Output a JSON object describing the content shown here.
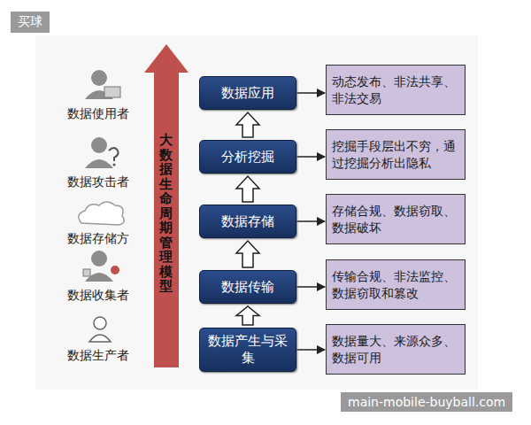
{
  "diagram": {
    "nodes": [
      {
        "text": [
          "数据应用"
        ]
      },
      {
        "text": [
          "动态发布、非法共享、非法交易"
        ]
      },
      {
        "text": [
          "分析挖掘"
        ]
      },
      {
        "text": [
          "挖掘手段层出不穷，通过挖掘分析出隐私"
        ]
      },
      {
        "text": [
          "数据存储"
        ]
      },
      {
        "text": [
          "存储合规、数据窃取、数据破坏"
        ]
      },
      {
        "text": [
          "数据传输"
        ]
      },
      {
        "text": [
          "传输合规、非法监控、数据窃取和篡改"
        ]
      },
      {
        "text": [
          "数据产生与采集"
        ]
      },
      {
        "text": [
          "数据量大、来源众多、数据可用"
        ]
      }
    ],
    "edges": [
      {
        "from": 0,
        "to": 1,
        "arrow": "to"
      },
      {
        "from": 2,
        "to": 3,
        "arrow": "to"
      },
      {
        "from": 4,
        "to": 5,
        "arrow": "to"
      },
      {
        "from": 6,
        "to": 7,
        "arrow": "to"
      },
      {
        "from": 8,
        "to": 9,
        "arrow": "to"
      },
      {
        "from": 8,
        "to": 6,
        "arrow": "to"
      },
      {
        "from": 6,
        "to": 4,
        "arrow": "to"
      },
      {
        "from": 4,
        "to": 2,
        "arrow": "to"
      },
      {
        "from": 2,
        "to": 0,
        "arrow": "to"
      }
    ],
    "labels": [
      "买球",
      "数据使用者",
      "数据攻击者",
      "数据存储方",
      "数据收集者",
      "数据生产者",
      "大数据生命周期管理模型",
      "main-mobile-buyball.com"
    ]
  }
}
